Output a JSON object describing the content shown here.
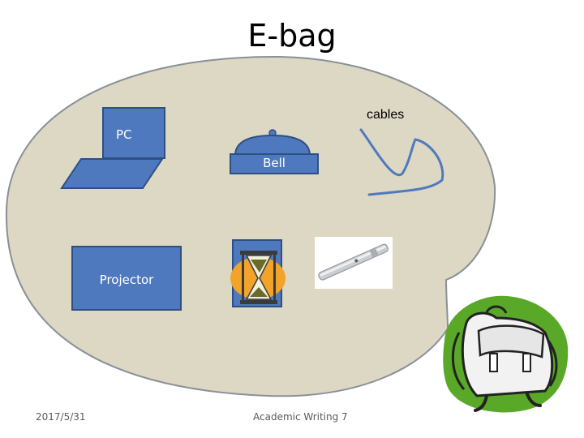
{
  "title": "E-bag",
  "items": {
    "pc": "PC",
    "bell": "Bell",
    "projector": "Projector",
    "cables": "cables"
  },
  "footer": {
    "date": "2017/5/31",
    "center": "Academic Writing 7"
  },
  "icons": {
    "hourglass": "hourglass-icon",
    "laser_pointer": "laser-pointer-image",
    "backpack": "backpack-image"
  },
  "colors": {
    "bubble_fill": "#dcd8c4",
    "bubble_stroke": "#8a9098",
    "shape_blue": "#4f79be",
    "shape_border": "#2f4f80",
    "backpack_green": "#5aa828"
  }
}
